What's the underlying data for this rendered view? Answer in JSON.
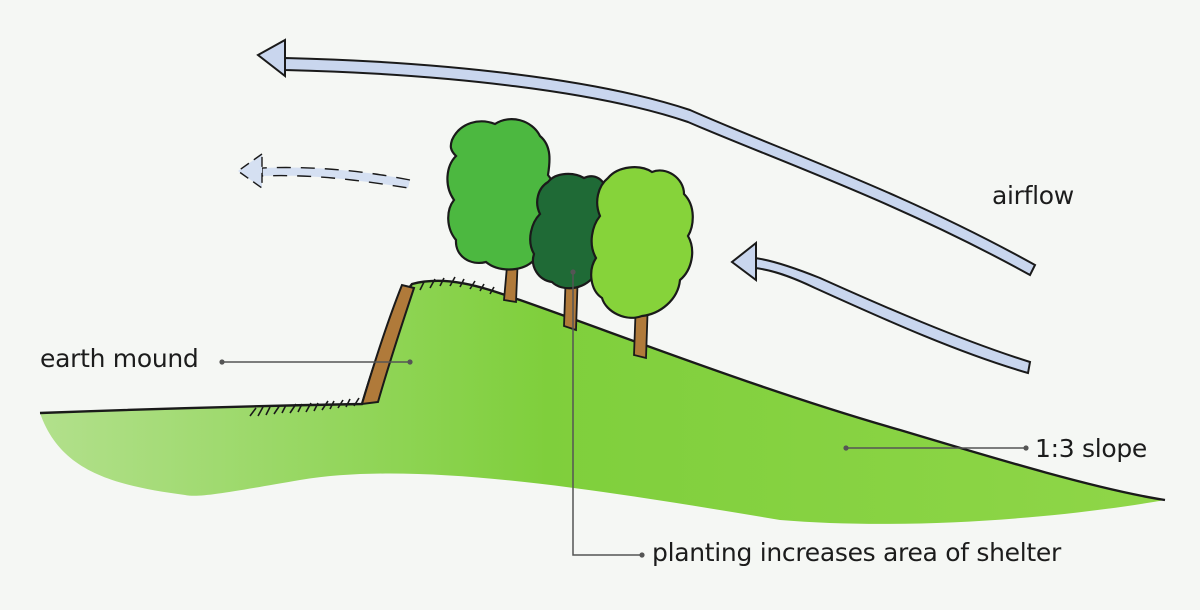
{
  "labels": {
    "airflow": "airflow",
    "earth_mound": "earth mound",
    "slope": "1:3 slope",
    "planting": "planting increases area of shelter"
  },
  "colors": {
    "background": "#f5f7f4",
    "grass_light": "#a4dc7a",
    "grass_main": "#7ccf3a",
    "tree_mid_green": "#4cb840",
    "tree_dark_green": "#1f6a36",
    "tree_light_green": "#86d33a",
    "trunk": "#b07a3a",
    "arrow_fill": "#c9d6ee",
    "outline": "#1a1a1a",
    "leader_line": "#555555"
  },
  "icons": [
    "airflow-arrow-icon",
    "tree-icon",
    "earth-mound-icon"
  ]
}
